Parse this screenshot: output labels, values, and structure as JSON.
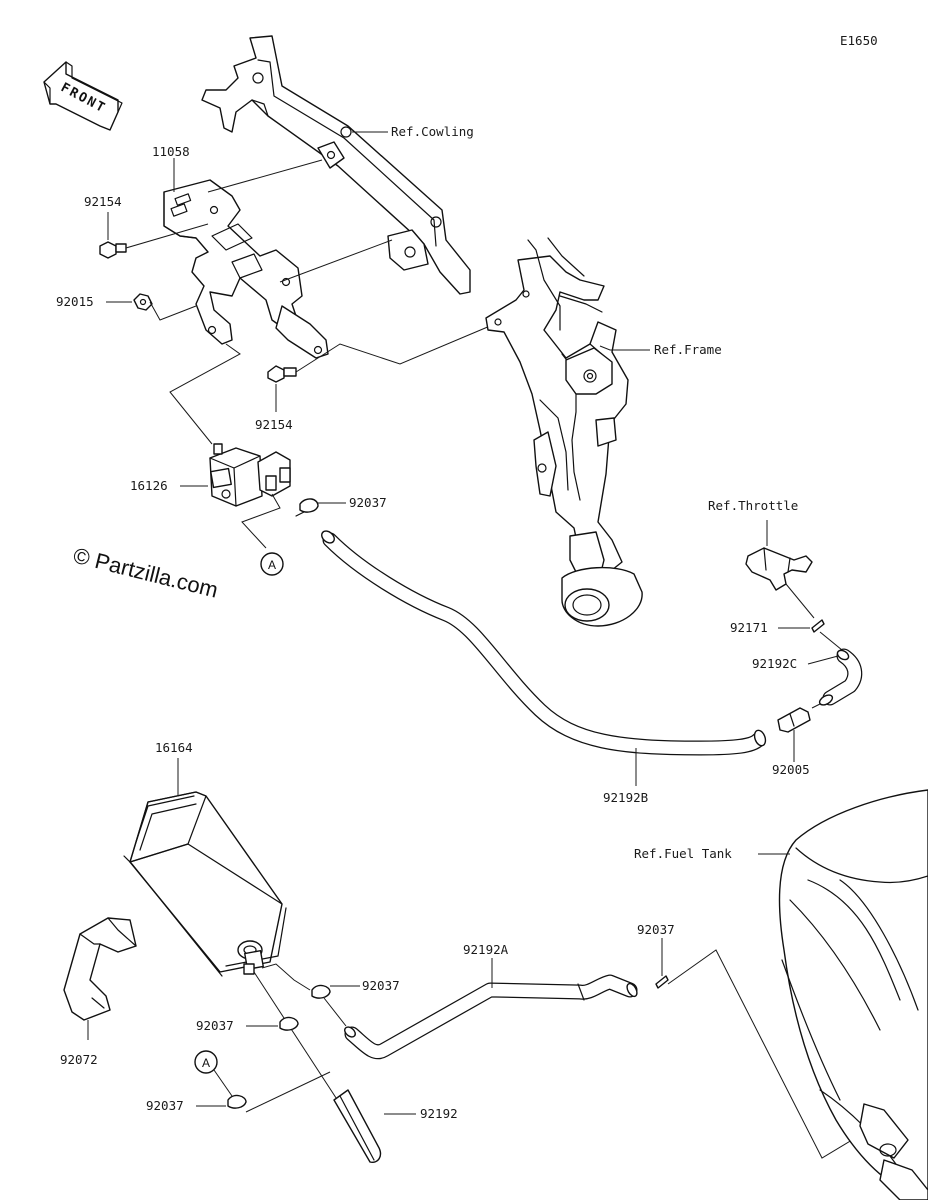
{
  "diagram_id": "E1650",
  "front_arrow": {
    "label": "FRONT"
  },
  "watermark": "© Partzilla.com",
  "refs": {
    "cowling": "Ref.Cowling",
    "frame": "Ref.Frame",
    "throttle": "Ref.Throttle",
    "fuel_tank": "Ref.Fuel Tank"
  },
  "connector_marker": "A",
  "parts": [
    {
      "no": "11058"
    },
    {
      "no": "92154"
    },
    {
      "no": "92015"
    },
    {
      "no": "92154"
    },
    {
      "no": "16126"
    },
    {
      "no": "92037"
    },
    {
      "no": "92171"
    },
    {
      "no": "92192C"
    },
    {
      "no": "92005"
    },
    {
      "no": "92192B"
    },
    {
      "no": "16164"
    },
    {
      "no": "92192A"
    },
    {
      "no": "92037"
    },
    {
      "no": "92037"
    },
    {
      "no": "92037"
    },
    {
      "no": "92037"
    },
    {
      "no": "92072"
    },
    {
      "no": "92192"
    }
  ],
  "colors": {
    "line": "#1a1a1a",
    "background": "#ffffff"
  }
}
